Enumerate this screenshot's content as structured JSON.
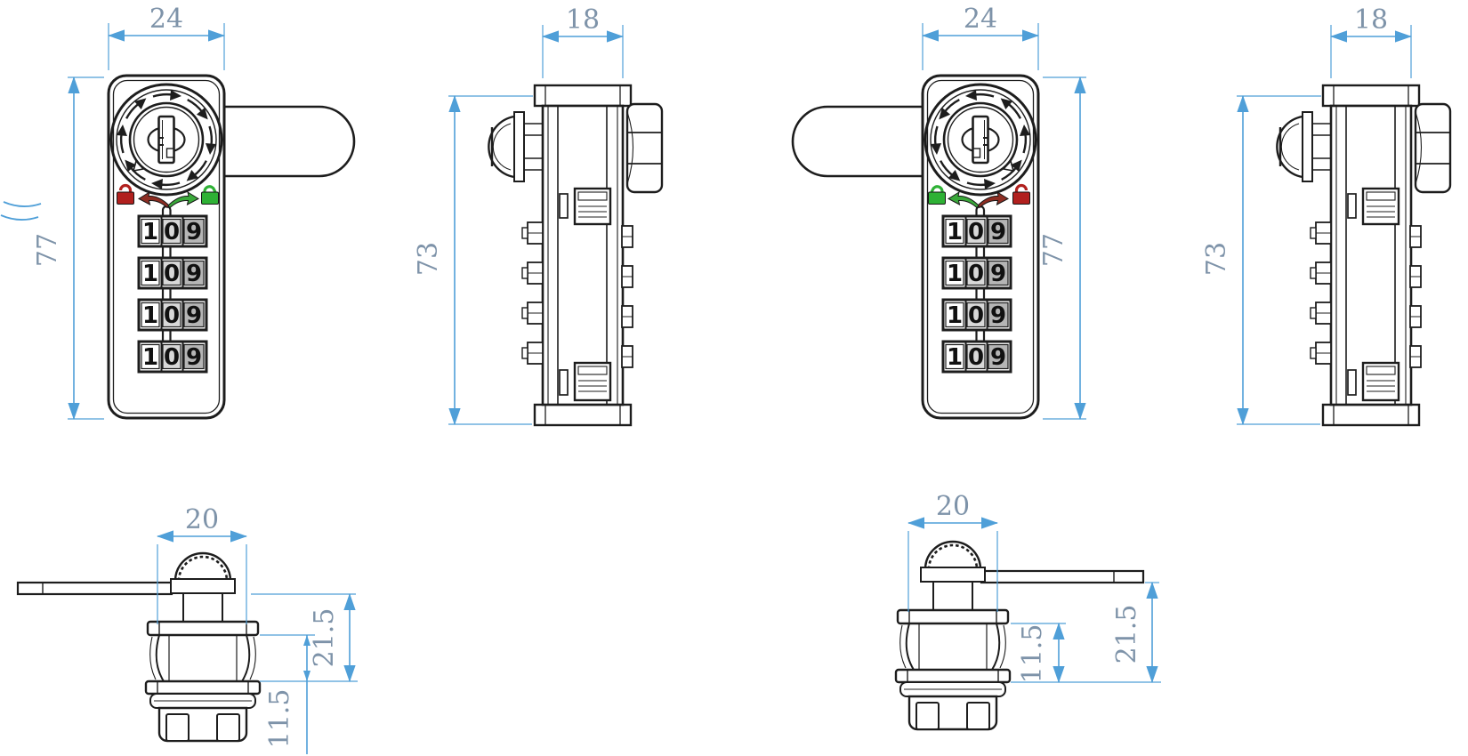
{
  "drawing": {
    "type": "technical-drawing-combination-cam-lock",
    "wheel_digits": [
      "1",
      "0",
      "9"
    ],
    "views": {
      "front_left": {
        "width": "24",
        "height": "77"
      },
      "side_left": {
        "depth": "18",
        "height": "73"
      },
      "front_right": {
        "width": "24",
        "height": "77"
      },
      "side_right": {
        "depth": "18",
        "height": "73"
      },
      "bottom_left": {
        "width": "20",
        "height_overall": "21.5",
        "height_lower": "11.5"
      },
      "bottom_right": {
        "width": "20",
        "height_overall": "21.5",
        "height_lower": "11.5"
      }
    },
    "icons": {
      "locked": "padlock-closed-red",
      "unlocked": "padlock-open-green",
      "turn_to_lock": "curved-arrow-red",
      "turn_to_unlock": "curved-arrow-green"
    },
    "colors": {
      "line": "#1d1d1d",
      "dim_line": "#4f9fd8",
      "dim_text": "#7e93a9",
      "locked_red": "#b1201e",
      "unlocked_green": "#2eb135",
      "arrow_red": "#8d2d22",
      "arrow_green": "#3aa83a",
      "wheel_mid_bg": "#d8d8d8",
      "wheel_side_bg": "#b5b5b5"
    }
  }
}
